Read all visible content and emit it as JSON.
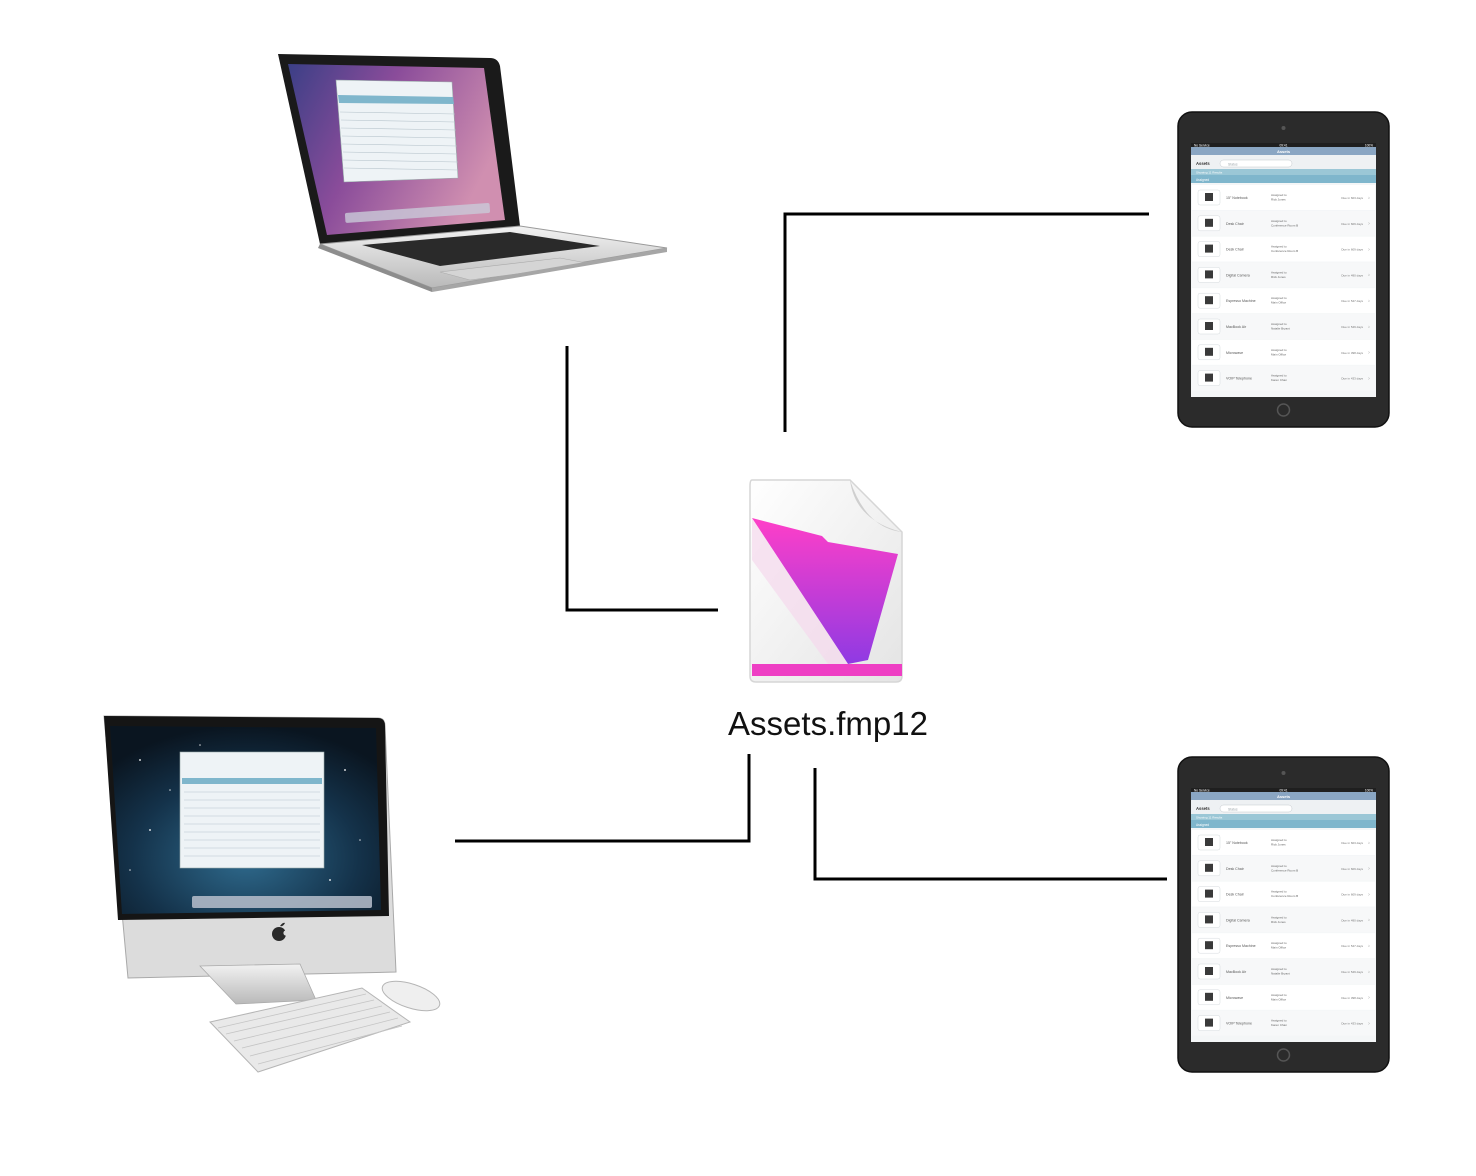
{
  "file": {
    "name": "Assets.fmp12",
    "icon": "filemaker-document-icon"
  },
  "devices": [
    {
      "id": "macbook",
      "icon": "laptop-icon"
    },
    {
      "id": "imac",
      "icon": "desktop-computer-icon"
    },
    {
      "id": "ipad-top",
      "icon": "tablet-icon"
    },
    {
      "id": "ipad-bottom",
      "icon": "tablet-icon"
    }
  ],
  "ipad_app": {
    "title": "Assets",
    "status_left": "No Service",
    "status_time": "09:41",
    "status_right": "100%",
    "toolbar_label": "Assets",
    "search_placeholder": "Status",
    "showing": "Showing 11 Results",
    "group": "Assigned",
    "rows": [
      {
        "name": "15\" Notebook",
        "assigned_label": "Assigned to",
        "assigned": "Rick Jones",
        "due": "Due in 603 days"
      },
      {
        "name": "Desk Chair",
        "assigned_label": "Assigned to",
        "assigned": "Conference Room B",
        "due": "Due in 609 days"
      },
      {
        "name": "Desk Chair",
        "assigned_label": "Assigned to",
        "assigned": "Conference Room B",
        "due": "Due in 609 days"
      },
      {
        "name": "Digital Camera",
        "assigned_label": "Assigned to",
        "assigned": "Rick Jones",
        "due": "Due in 490 days"
      },
      {
        "name": "Espresso Machine",
        "assigned_label": "Assigned to",
        "assigned": "Main Office",
        "due": "Due in 547 days"
      },
      {
        "name": "MacBook Air",
        "assigned_label": "Assigned to",
        "assigned": "Natalie Bryant",
        "due": "Due in 549 days"
      },
      {
        "name": "Microwave",
        "assigned_label": "Assigned to",
        "assigned": "Main Office",
        "due": "Due in 398 days"
      },
      {
        "name": "VOIP Telephone",
        "assigned_label": "Assigned to",
        "assigned": "Karen Chan",
        "due": "Due in 433 days"
      }
    ]
  },
  "colors": {
    "connector": "#000000",
    "accent_magenta": "#e83fc4",
    "accent_purple": "#8a3ae0",
    "ipad_header": "#7fb6cc",
    "tablet_body": "#2b2b2b"
  }
}
